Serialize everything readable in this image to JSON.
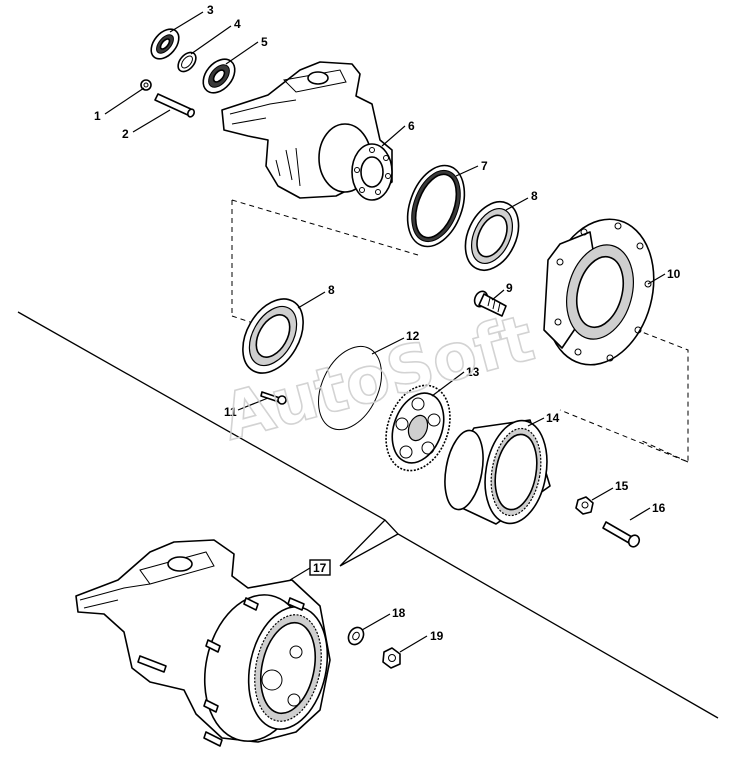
{
  "watermark": "AutoSoft",
  "callouts": [
    "1",
    "2",
    "3",
    "4",
    "5",
    "6",
    "7",
    "8",
    "8",
    "9",
    "10",
    "11",
    "12",
    "13",
    "14",
    "15",
    "16",
    "17",
    "18",
    "19"
  ],
  "colors": {
    "line": "#000000",
    "background": "#ffffff",
    "watermark": "#cfcfcf"
  }
}
